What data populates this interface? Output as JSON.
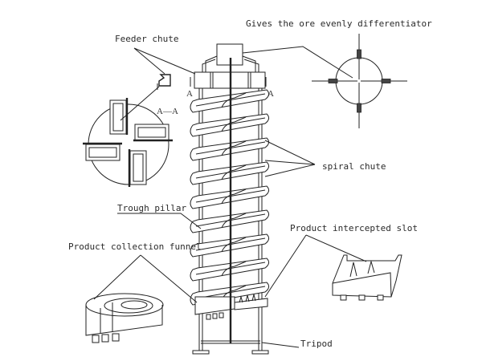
{
  "diagram": {
    "title": "Spiral chute concentrator structure",
    "labels": {
      "feeder_chute": "Feeder chute",
      "section_aa": "A—A",
      "section_a_left": "A",
      "section_a_right": "A",
      "differentiator": "Gives the ore evenly differentiator",
      "spiral_chute": "spiral chute",
      "trough_pillar": "Trough pillar",
      "collection_funnel": "Product collection funnel",
      "intercepted_slot": "Product intercepted slot",
      "tripod": "Tripod"
    },
    "components": [
      {
        "id": "feeder-chute",
        "name": "Feeder chute"
      },
      {
        "id": "ore-distributor",
        "name": "Gives the ore evenly differentiator"
      },
      {
        "id": "spiral-chute",
        "name": "spiral chute"
      },
      {
        "id": "trough-pillar",
        "name": "Trough pillar"
      },
      {
        "id": "collection-funnel",
        "name": "Product collection funnel"
      },
      {
        "id": "intercepted-slot",
        "name": "Product intercepted slot"
      },
      {
        "id": "tripod",
        "name": "Tripod"
      }
    ],
    "colors": {
      "line": "#222222",
      "text": "#2a2a2a",
      "background": "#ffffff"
    }
  }
}
